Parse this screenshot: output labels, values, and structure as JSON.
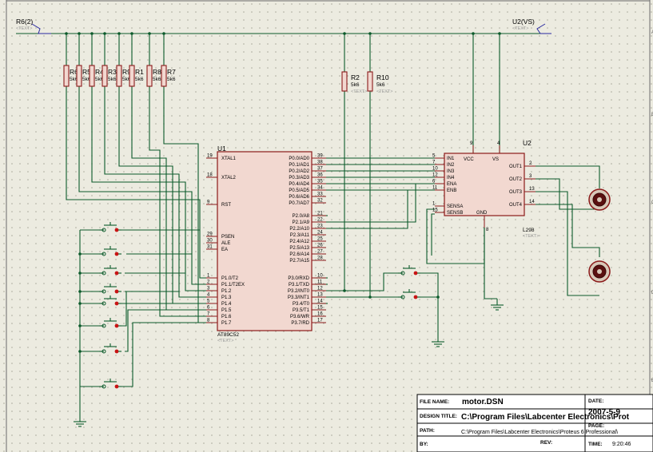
{
  "terminals": {
    "left": {
      "label": "R6(2)",
      "placeholder": "<TEXT>"
    },
    "right": {
      "label": "U2(VS)",
      "placeholder": "<TEXT>"
    }
  },
  "resistor_bank": [
    {
      "ref": "R6",
      "value": "5k6"
    },
    {
      "ref": "R5",
      "value": "5k6"
    },
    {
      "ref": "R4",
      "value": "5k6"
    },
    {
      "ref": "R3",
      "value": "5k6"
    },
    {
      "ref": "R9",
      "value": "5k6"
    },
    {
      "ref": "R1",
      "value": "5k6"
    },
    {
      "ref": "R8",
      "value": "5k6"
    },
    {
      "ref": "R7",
      "value": "5k6"
    }
  ],
  "pullups": [
    {
      "ref": "R2",
      "value": "5k6",
      "placeholder": "<TEXT>"
    },
    {
      "ref": "R10",
      "value": "5k6",
      "placeholder": "<TEXT>"
    }
  ],
  "u1": {
    "ref": "U1",
    "part": "AT89C52",
    "placeholder": "<TEXT>",
    "left_pins": [
      {
        "num": "19",
        "name": "XTAL1"
      },
      {
        "num": "18",
        "name": "XTAL2"
      },
      {
        "num": "9",
        "name": "RST"
      },
      {
        "num": "29",
        "name": "PSEN"
      },
      {
        "num": "30",
        "name": "ALE"
      },
      {
        "num": "31",
        "name": "EA"
      },
      {
        "num": "1",
        "name": "P1.0/T2"
      },
      {
        "num": "2",
        "name": "P1.1/T2EX"
      },
      {
        "num": "3",
        "name": "P1.2"
      },
      {
        "num": "4",
        "name": "P1.3"
      },
      {
        "num": "5",
        "name": "P1.4"
      },
      {
        "num": "6",
        "name": "P1.5"
      },
      {
        "num": "7",
        "name": "P1.6"
      },
      {
        "num": "8",
        "name": "P1.7"
      }
    ],
    "right_pins": [
      {
        "num": "39",
        "name": "P0.0/AD0"
      },
      {
        "num": "38",
        "name": "P0.1/AD1"
      },
      {
        "num": "37",
        "name": "P0.2/AD2"
      },
      {
        "num": "36",
        "name": "P0.3/AD3"
      },
      {
        "num": "35",
        "name": "P0.4/AD4"
      },
      {
        "num": "34",
        "name": "P0.5/AD5"
      },
      {
        "num": "33",
        "name": "P0.6/AD6"
      },
      {
        "num": "32",
        "name": "P0.7/AD7"
      },
      {
        "num": "21",
        "name": "P2.0/A8"
      },
      {
        "num": "22",
        "name": "P2.1/A9"
      },
      {
        "num": "23",
        "name": "P2.2/A10"
      },
      {
        "num": "24",
        "name": "P2.3/A11"
      },
      {
        "num": "25",
        "name": "P2.4/A12"
      },
      {
        "num": "26",
        "name": "P2.5/A13"
      },
      {
        "num": "27",
        "name": "P2.6/A14"
      },
      {
        "num": "28",
        "name": "P2.7/A15"
      },
      {
        "num": "10",
        "name": "P3.0/RXD"
      },
      {
        "num": "11",
        "name": "P3.1/TXD"
      },
      {
        "num": "12",
        "name": "P3.2/INT0"
      },
      {
        "num": "13",
        "name": "P3.3/INT1"
      },
      {
        "num": "14",
        "name": "P3.4/T0"
      },
      {
        "num": "15",
        "name": "P3.5/T1"
      },
      {
        "num": "16",
        "name": "P3.6/WR"
      },
      {
        "num": "17",
        "name": "P3.7/RD"
      }
    ]
  },
  "u2": {
    "ref": "U2",
    "part": "L298",
    "placeholder": "<TEXT>",
    "top_labels": {
      "vcc": "VCC",
      "vs": "VS",
      "gnd": "GND"
    },
    "top_nums": {
      "vcc": "9",
      "vs": "4",
      "gnd": "8"
    },
    "left_pins": [
      {
        "num": "5",
        "name": "IN1"
      },
      {
        "num": "7",
        "name": "IN2"
      },
      {
        "num": "10",
        "name": "IN3"
      },
      {
        "num": "12",
        "name": "IN4"
      },
      {
        "num": "6",
        "name": "ENA"
      },
      {
        "num": "11",
        "name": "ENB"
      },
      {
        "num": "1",
        "name": "SENSA"
      },
      {
        "num": "15",
        "name": "SENSB"
      }
    ],
    "right_pins": [
      {
        "num": "2",
        "name": "OUT1"
      },
      {
        "num": "3",
        "name": "OUT2"
      },
      {
        "num": "13",
        "name": "OUT3"
      },
      {
        "num": "14",
        "name": "OUT4"
      }
    ]
  },
  "title_block": {
    "file_name_label": "FILE NAME:",
    "file_name": "motor.DSN",
    "design_title_label": "DESIGN TITLE:",
    "design_title": "C:\\Program Files\\Labcenter Electronics\\Prot",
    "path_label": "PATH:",
    "path": "C:\\Program Files\\Labcenter Electronics\\Proteus 6 Professional\\",
    "by_label": "BY:",
    "rev_label": "REV:",
    "date_label": "DATE:",
    "date": "2007-5-9",
    "page_label": "PAGE:",
    "time_label": "TIME:",
    "time": "9:20:46"
  },
  "colors": {
    "background": "#ecebe0",
    "wire": "#0b5a2a",
    "component": "#8b1a1a",
    "chip_fill": "#f2d8d0",
    "pin_dot": "#c81414",
    "grid_dot": "#a8a89a"
  }
}
